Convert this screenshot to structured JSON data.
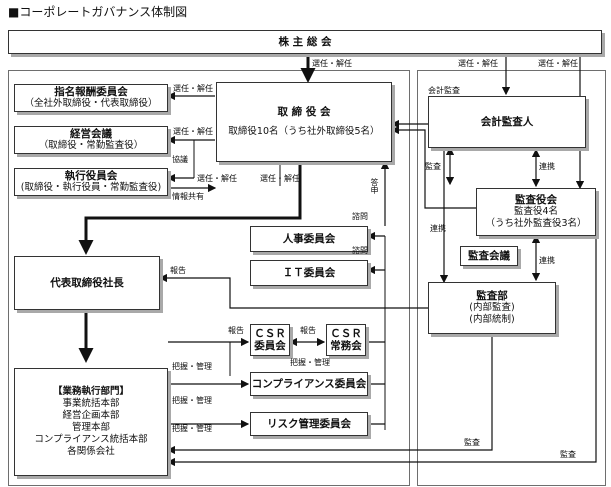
{
  "title": "■コーポレートガバナンス体制図",
  "shareholders": "株 主 総 会",
  "board": {
    "title": "取 締 役 会",
    "sub": "取締役10名（うち社外取締役5名）"
  },
  "nomination": {
    "title": "指名報酬委員会",
    "sub": "（全社外取締役・代表取締役）"
  },
  "management": {
    "title": "経営会議",
    "sub": "（取締役・常勤監査役）"
  },
  "officers": {
    "title": "執行役員会",
    "sub": "(取締役・執行役員・常勤監査役)"
  },
  "auditor": {
    "title": "会計監査人"
  },
  "kansayaku": {
    "title": "監査役会",
    "sub1": "監査役4名",
    "sub2": "（うち社外監査役3名）"
  },
  "kansa_kaigi": {
    "title": "監査会議"
  },
  "audit_dept": {
    "title": "監査部",
    "sub1": "(内部監査)",
    "sub2": "(内部統制)"
  },
  "hr": {
    "title": "人事委員会"
  },
  "it": {
    "title": "ＩＴ委員会"
  },
  "president": {
    "title": "代表取締役社長"
  },
  "csr1": {
    "line1": "ＣＳＲ",
    "line2": "委員会"
  },
  "csr2": {
    "line1": "ＣＳＲ",
    "line2": "常務会"
  },
  "compliance": {
    "title": "コンプライアンス委員会"
  },
  "risk": {
    "title": "リスク管理委員会"
  },
  "business": {
    "title": "【業務執行部門】",
    "items": [
      "事業統括本部",
      "経営企画本部",
      "管理本部",
      "コンプライアンス統括本部",
      "各関係会社"
    ]
  },
  "labels": {
    "elect": "選任・解任",
    "accounting_audit": "会計監査",
    "audit": "監査",
    "cooperation": "連携",
    "inquiry": "諮問",
    "report": "答申",
    "notice": "報告",
    "cooperate2": "協議",
    "info_share": "情報共有",
    "grasp": "把握・管理"
  }
}
